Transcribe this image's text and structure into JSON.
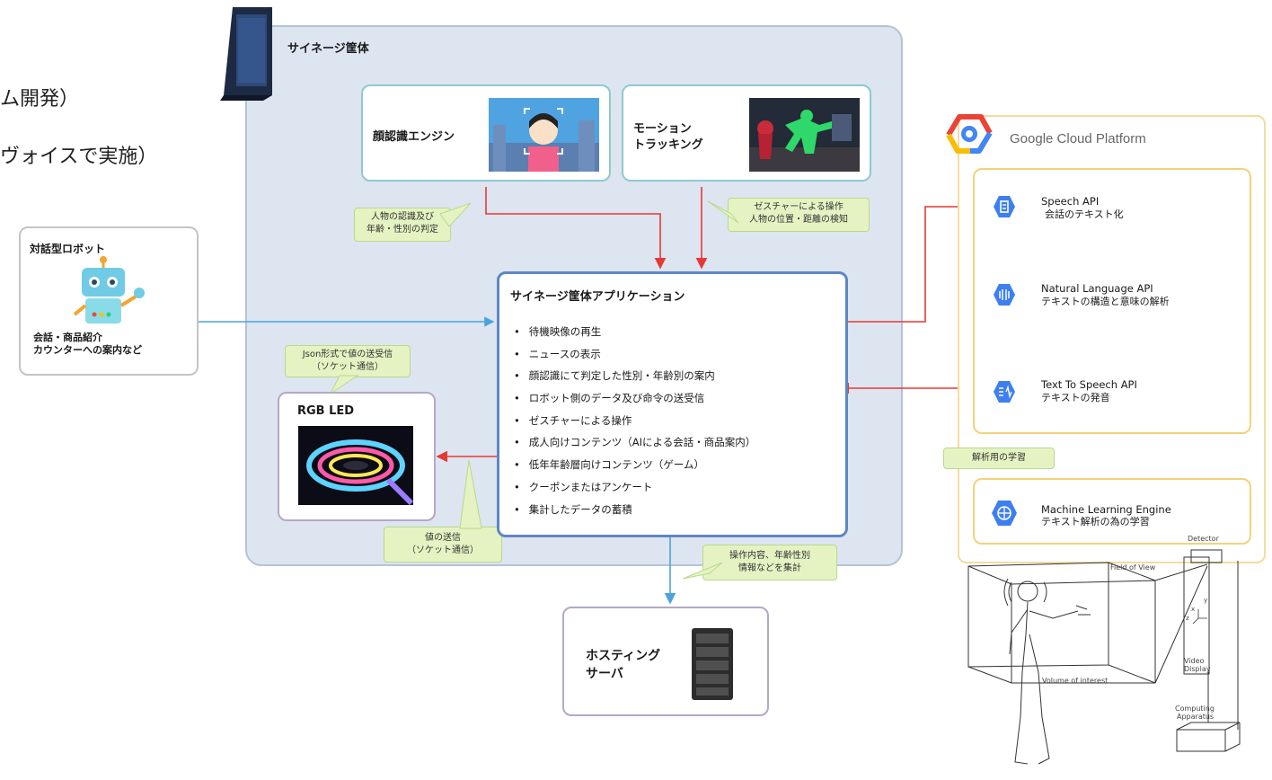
{
  "left_fragments": [
    "ム開発）",
    "ヴォイスで実施）"
  ],
  "signage": {
    "title": "サイネージ筐体",
    "face_engine": "顔認識エンジン",
    "motion_tracking": [
      "モーション",
      "トラッキング"
    ],
    "bubble_face": [
      "人物の認識及び",
      "年齢・性別の判定"
    ],
    "bubble_gesture": [
      "ゼスチャーによる操作",
      "人物の位置・距離の検知"
    ]
  },
  "app": {
    "title": "サイネージ筐体アプリケーション",
    "features": [
      "待機映像の再生",
      "ニュースの表示",
      "顔認識にて判定した性別・年齢別の案内",
      "ロボット側のデータ及び命令の送受信",
      "ゼスチャーによる操作",
      "成人向けコンテンツ（AIによる会話・商品案内）",
      "低年年齢層向けコンテンツ（ゲーム）",
      "クーポンまたはアンケート",
      "集計したデータの蓄積"
    ]
  },
  "robot": {
    "title": "対話型ロボット",
    "desc": [
      "会話・商品紹介",
      "カウンターへの案内など"
    ]
  },
  "led": {
    "title": "RGB LED",
    "bubble_top": [
      "Json形式で値の送受信",
      "（ソケット通信）"
    ],
    "bubble_bottom": [
      "値の送信",
      "（ソケット通信）"
    ]
  },
  "server": {
    "title": [
      "ホスティング",
      "サーバ"
    ],
    "bubble": [
      "操作内容、年齢性別",
      "情報などを集計"
    ]
  },
  "gcp": {
    "logo_text": "Google Cloud Platform",
    "apis": [
      {
        "name": "Speech API",
        "desc": "会話のテキスト化"
      },
      {
        "name": "Natural Language API",
        "desc": "テキストの構造と意味の解析"
      },
      {
        "name": "Text To Speech API",
        "desc": "テキストの発音"
      }
    ],
    "ml_name": "Machine Learning Engine",
    "ml_desc": "テキスト解析の為の学習",
    "learning_label": "解析用の学習"
  },
  "illustration": {
    "detector": "Detector",
    "field_of_view": "Field of View",
    "video_display": [
      "Video",
      "Display"
    ],
    "volume": "Volume of interest",
    "computing": [
      "Computing",
      "Apparatus"
    ],
    "axis_x": "x",
    "axis_y": "y",
    "axis_z": "z"
  },
  "colors": {
    "signage_bg": "#dde5f0",
    "app_border": "#5d86c4",
    "arrow_red": "#e53935",
    "arrow_blue": "#4aa3df",
    "bubble_green": "#e5f3c3",
    "gcp_border": "#f3d277"
  },
  "icons": [
    "signage-device-icon",
    "face-camera-image",
    "motion-capture-image",
    "robot-icon",
    "led-strip-image",
    "server-rack-icon",
    "gcp-logo-icon",
    "speech-api-icon",
    "natural-language-icon",
    "text-to-speech-icon",
    "ml-engine-icon"
  ]
}
